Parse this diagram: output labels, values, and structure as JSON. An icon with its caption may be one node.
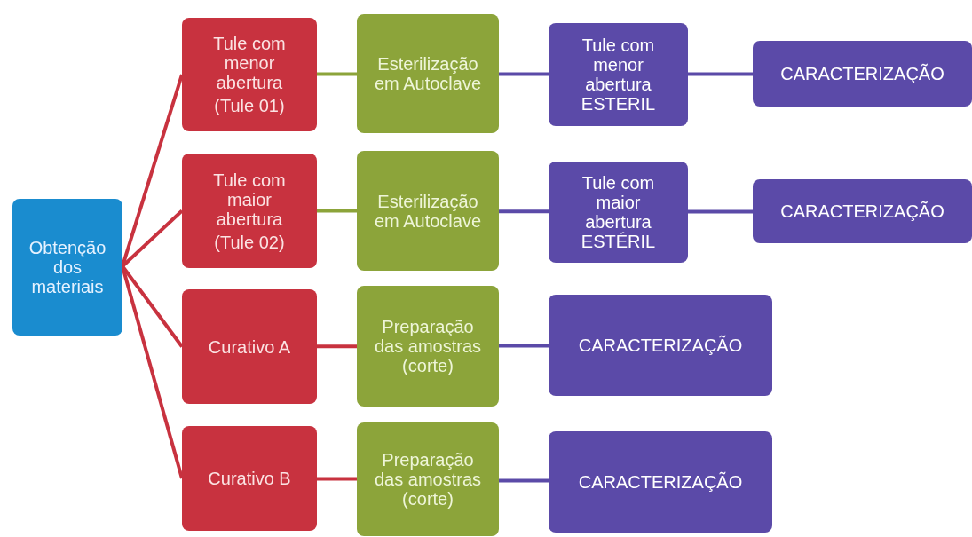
{
  "diagram": {
    "nodes": [
      {
        "text": [
          "Obtenção dos materiais"
        ]
      },
      {
        "text": [
          "Tule com menor abertura",
          "(Tule 01)"
        ]
      },
      {
        "text": [
          "Tule com maior abertura",
          "(Tule 02)"
        ]
      },
      {
        "text": [
          "Curativo A"
        ]
      },
      {
        "text": [
          "Curativo B"
        ]
      },
      {
        "text": [
          "Esterilização em Autoclave"
        ]
      },
      {
        "text": [
          "Esterilização em Autoclave"
        ]
      },
      {
        "text": [
          "Preparação das amostras (corte)"
        ]
      },
      {
        "text": [
          "Preparação das amostras (corte)"
        ]
      },
      {
        "text": [
          "Tule com menor abertura ESTERIL"
        ]
      },
      {
        "text": [
          "Tule com maior abertura ESTÉRIL"
        ]
      },
      {
        "text": [
          "CARACTERIZAÇÃO"
        ]
      },
      {
        "text": [
          "CARACTERIZAÇÃO"
        ]
      },
      {
        "text": [
          "CARACTERIZAÇÃO"
        ]
      },
      {
        "text": [
          "CARACTERIZAÇÃO"
        ]
      }
    ],
    "edges": [
      {
        "from": 0,
        "to": 1,
        "arrow": "none",
        "color": "#c8323f"
      },
      {
        "from": 0,
        "to": 2,
        "arrow": "none",
        "color": "#c8323f"
      },
      {
        "from": 0,
        "to": 3,
        "arrow": "none",
        "color": "#c8323f"
      },
      {
        "from": 0,
        "to": 4,
        "arrow": "none",
        "color": "#c8323f"
      },
      {
        "from": 1,
        "to": 5,
        "arrow": "none",
        "color": "#8ca43a"
      },
      {
        "from": 2,
        "to": 6,
        "arrow": "none",
        "color": "#8ca43a"
      },
      {
        "from": 3,
        "to": 7,
        "arrow": "none",
        "color": "#c8323f"
      },
      {
        "from": 4,
        "to": 8,
        "arrow": "none",
        "color": "#c8323f"
      },
      {
        "from": 5,
        "to": 9,
        "arrow": "none",
        "color": "#5b4aa8"
      },
      {
        "from": 6,
        "to": 10,
        "arrow": "none",
        "color": "#5b4aa8"
      },
      {
        "from": 9,
        "to": 13,
        "arrow": "none",
        "color": "#5b4aa8"
      },
      {
        "from": 10,
        "to": 14,
        "arrow": "none",
        "color": "#5b4aa8"
      },
      {
        "from": 7,
        "to": 11,
        "arrow": "none",
        "color": "#5b4aa8"
      },
      {
        "from": 8,
        "to": 12,
        "arrow": "none",
        "color": "#5b4aa8"
      }
    ]
  }
}
